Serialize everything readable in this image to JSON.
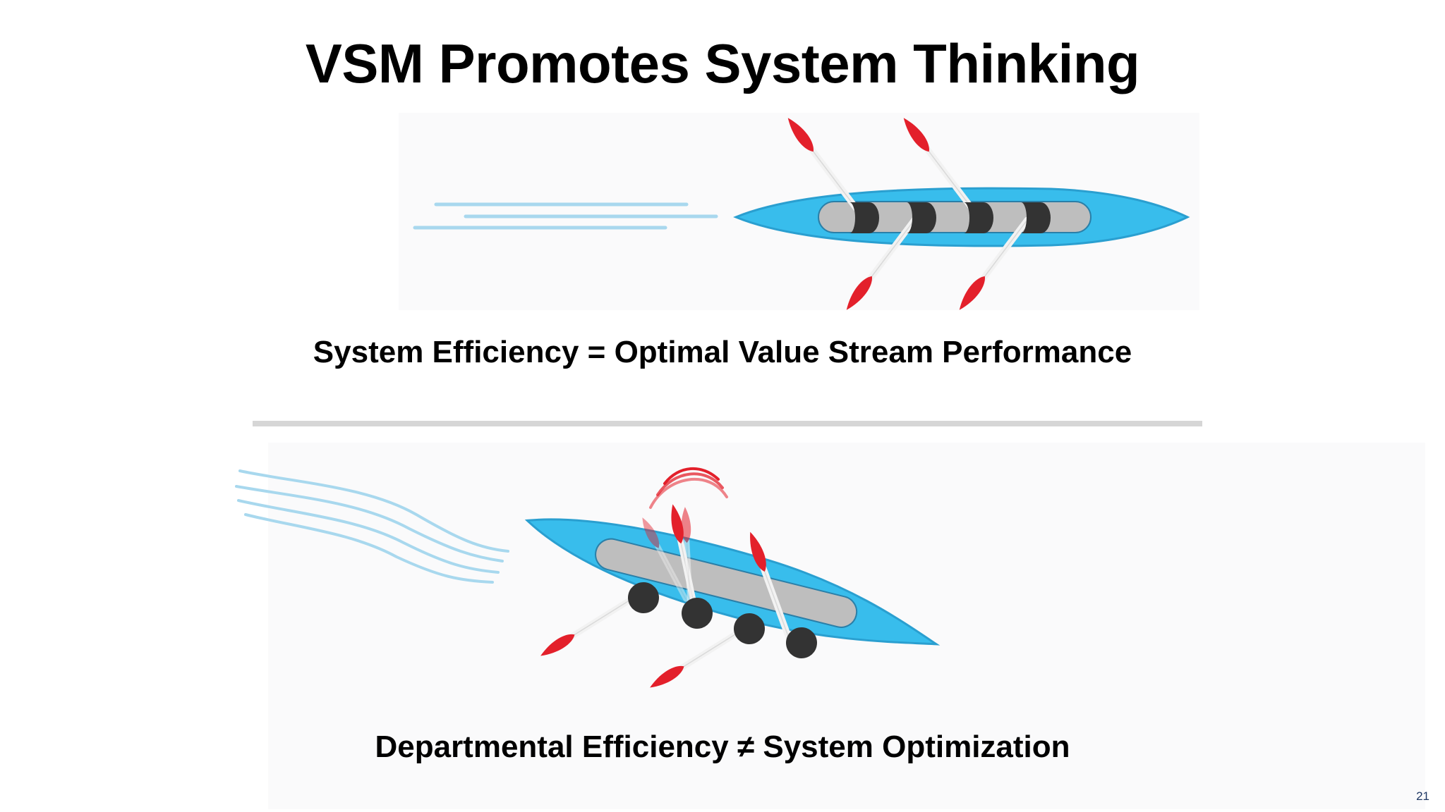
{
  "slide": {
    "title": "VSM Promotes System Thinking",
    "caption_top": "System Efficiency = Optimal Value Stream Performance",
    "caption_bottom": "Departmental Efficiency ≠ System Optimization",
    "page_number": "21"
  },
  "colors": {
    "boat": "#38bdec",
    "boat_outline": "#2a9fd0",
    "cockpit": "#bebebe",
    "rower": "#333333",
    "paddle_blade": "#e3202b",
    "paddle_shaft": "#f2f2f2",
    "wake": "#a8d8ee",
    "divider": "#d6d6d6",
    "panel": "#fafafb"
  },
  "illustrations": {
    "top": "aligned-rowboat",
    "bottom": "misaligned-rowboat"
  }
}
